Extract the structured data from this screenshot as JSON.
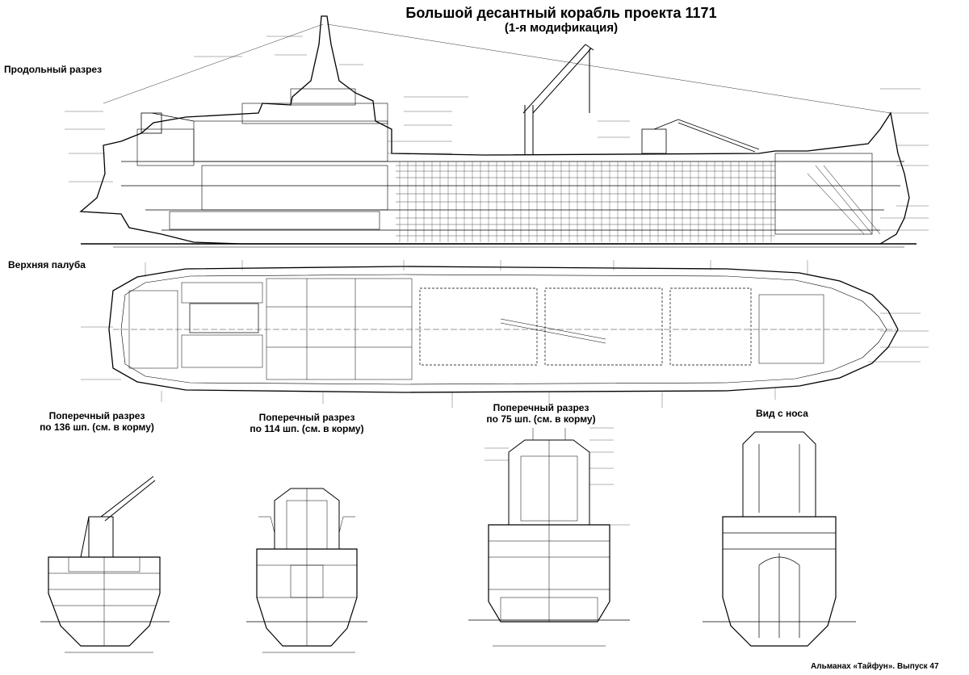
{
  "title": "Большой десантный корабль проекта 1171",
  "subtitle": "(1-я модификация)",
  "sections": {
    "longitudinal": "Продольный разрез",
    "upper_deck": "Верхняя палуба",
    "cross136_line1": "Поперечный разрез",
    "cross136_line2": "по 136 шп. (см. в корму)",
    "cross114_line1": "Поперечный разрез",
    "cross114_line2": "по 114 шп. (см. в корму)",
    "cross75_line1": "Поперечный разрез",
    "cross75_line2": "по 75 шп. (см. в корму)",
    "bow_view": "Вид с носа"
  },
  "footer": "Альманах «Тайфун». Выпуск 47"
}
